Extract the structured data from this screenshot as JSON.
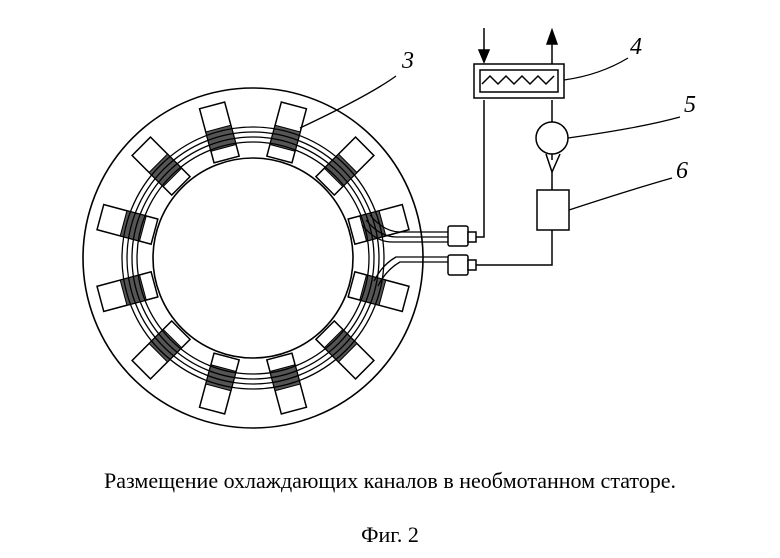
{
  "diagram": {
    "labels": {
      "channels": "3",
      "heat_exchanger": "4",
      "pump": "5",
      "unit": "6"
    }
  },
  "caption": "Размещение охлаждающих каналов в необмотанном статоре.",
  "figure_label": "Фиг. 2"
}
